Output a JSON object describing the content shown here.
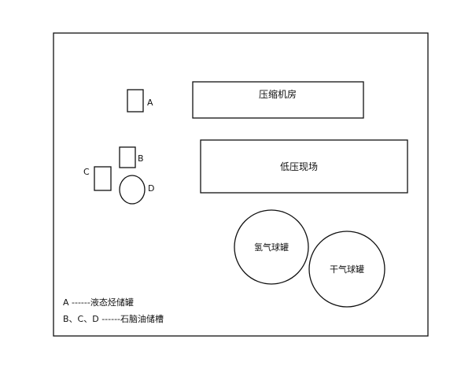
{
  "units": {
    "compressor_room": "压缩机房",
    "low_pressure_site": "低压现场",
    "hydrogen_sphere": "氢气球罐",
    "dry_gas_sphere": "干气球罐"
  },
  "tank_labels": {
    "a": "A",
    "b": "B",
    "c": "C",
    "d": "D"
  },
  "legend": [
    "A ------液态烃储罐",
    "B、C、D ------石脑油储槽"
  ]
}
